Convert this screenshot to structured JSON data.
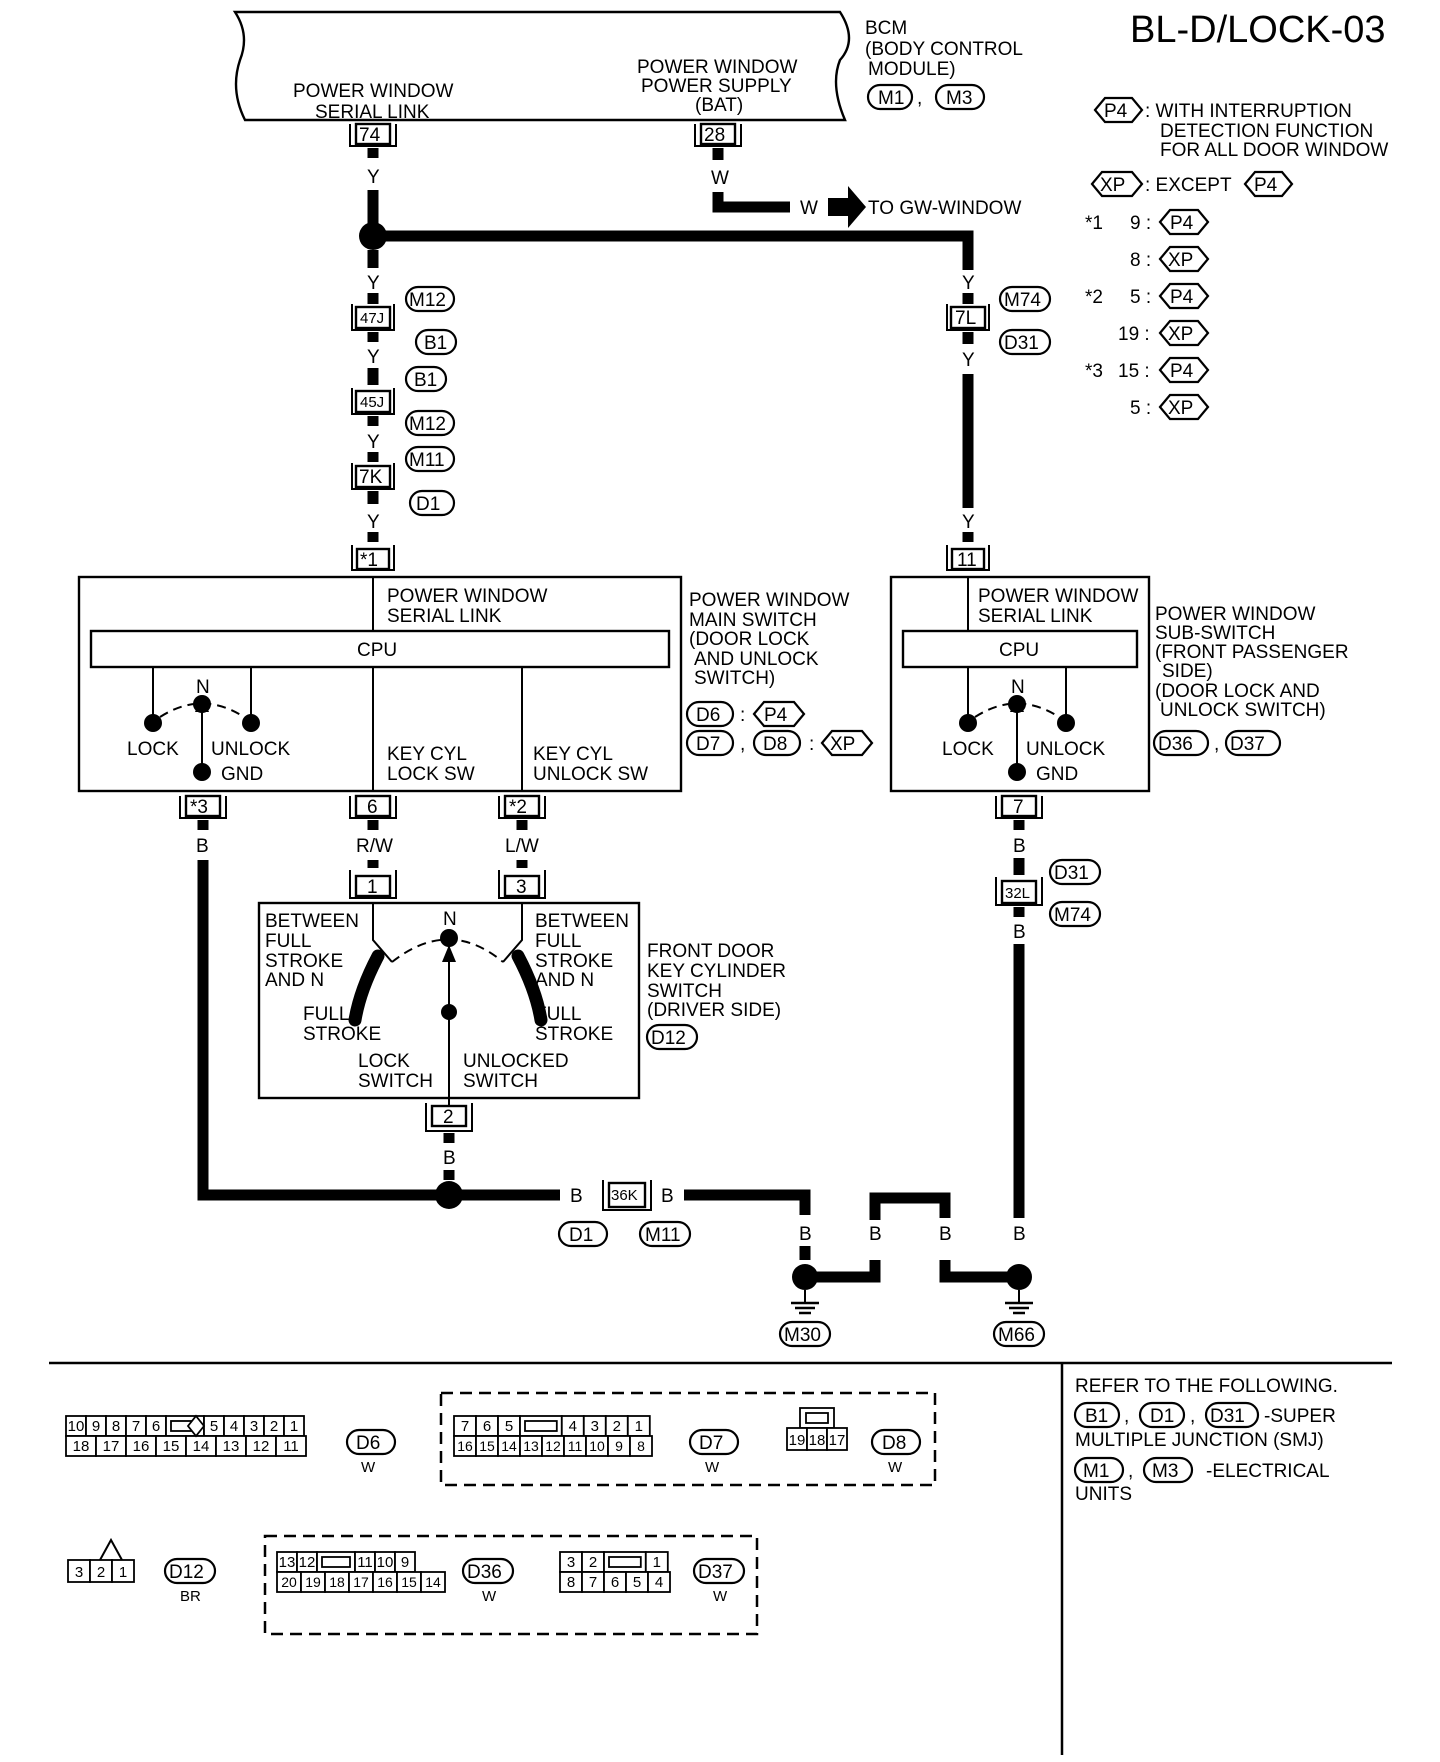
{
  "title": "BL-D/LOCK-03",
  "bcm": {
    "label": [
      "BCM",
      "(BODY CONTROL",
      "MODULE)"
    ],
    "connectors": [
      "M1",
      "M3"
    ],
    "sep": ",",
    "pin_serial": "74",
    "pin_power": "28",
    "serial_label": [
      "POWER WINDOW",
      "SERIAL LINK"
    ],
    "power_label": [
      "POWER WINDOW",
      "POWER SUPPLY",
      "(BAT)"
    ]
  },
  "legend": {
    "p4": "P4",
    "xp": "XP",
    "p4_desc": [
      ": WITH INTERRUPTION",
      "DETECTION FUNCTION",
      "FOR ALL DOOR WINDOW"
    ],
    "xp_desc": ": EXCEPT",
    "notes": [
      {
        "star": "*1",
        "pin": "9 :",
        "tag": "P4"
      },
      {
        "star": "",
        "pin": "8 :",
        "tag": "XP"
      },
      {
        "star": "*2",
        "pin": "5 :",
        "tag": "P4"
      },
      {
        "star": "",
        "pin": "19 :",
        "tag": "XP"
      },
      {
        "star": "*3",
        "pin": "15 :",
        "tag": "P4"
      },
      {
        "star": "",
        "pin": "5 :",
        "tag": "XP"
      }
    ]
  },
  "to_gw_window": "TO GW-WINDOW",
  "wire_colors": {
    "y": "Y",
    "w": "W",
    "b": "B",
    "rw": "R/W",
    "lw": "L/W"
  },
  "left_chain": {
    "c1": "47J",
    "c1_top": "M12",
    "c1_bot": "B1",
    "c2": "45J",
    "c2_top": "B1",
    "c2_bot": "M12",
    "c3": "7K",
    "c3_top": "M11",
    "c3_bot": "D1"
  },
  "right_chain": {
    "c1": "7L",
    "c1_top": "M74",
    "c1_bot": "D31"
  },
  "main_switch": {
    "in_pin": "*1",
    "serial_label": [
      "POWER WINDOW",
      "SERIAL LINK"
    ],
    "cpu": "CPU",
    "n": "N",
    "lock": "LOCK",
    "unlock": "UNLOCK",
    "gnd": "GND",
    "key_lock": [
      "KEY CYL",
      "LOCK SW"
    ],
    "key_unlock": [
      "KEY CYL",
      "UNLOCK SW"
    ],
    "name": [
      "POWER WINDOW",
      "MAIN SWITCH",
      "(DOOR LOCK",
      "AND UNLOCK",
      "SWITCH)"
    ],
    "conn_row1": [
      "D6",
      ":",
      "P4"
    ],
    "conn_row2": [
      "D7",
      ",",
      "D8",
      ":",
      "XP"
    ],
    "pin_gnd": "*3",
    "pin_lock": "6",
    "pin_unlock": "*2"
  },
  "sub_switch": {
    "in_pin": "11",
    "serial_label": [
      "POWER WINDOW",
      "SERIAL LINK"
    ],
    "cpu": "CPU",
    "n": "N",
    "lock": "LOCK",
    "unlock": "UNLOCK",
    "gnd": "GND",
    "name": [
      "POWER WINDOW",
      "SUB-SWITCH",
      "(FRONT PASSENGER",
      "SIDE)",
      "(DOOR LOCK AND",
      "UNLOCK SWITCH)"
    ],
    "conns": [
      "D36",
      ",",
      "D37"
    ],
    "pin_gnd": "7"
  },
  "right_ground_chain": {
    "conn": "32L",
    "top": "D31",
    "bot": "M74"
  },
  "key_cylinder": {
    "pin_left": "1",
    "pin_right": "3",
    "pin_bottom": "2",
    "n": "N",
    "between_left": [
      "BETWEEN",
      "FULL",
      "STROKE",
      "AND N"
    ],
    "between_right": [
      "BETWEEN",
      "FULL",
      "STROKE",
      "AND N"
    ],
    "full_left": [
      "FULL",
      "STROKE"
    ],
    "full_right": [
      "FULL",
      "STROKE"
    ],
    "lock_switch": [
      "LOCK",
      "SWITCH"
    ],
    "unlock_switch": [
      "UNLOCKED",
      "SWITCH"
    ],
    "name": [
      "FRONT DOOR",
      "KEY CYLINDER",
      "SWITCH",
      "(DRIVER SIDE)"
    ],
    "conn": "D12"
  },
  "ground_joint": {
    "conn": "36K",
    "left": "D1",
    "right": "M11"
  },
  "grounds": [
    "M30",
    "M66"
  ],
  "bottom": {
    "d6": {
      "row1": [
        "10",
        "9",
        "8",
        "7",
        "6",
        "",
        "5",
        "4",
        "3",
        "2",
        "1"
      ],
      "row2": [
        "18",
        "17",
        "16",
        "15",
        "14",
        "13",
        "12",
        "11"
      ],
      "name": "D6",
      "color": "W"
    },
    "d7": {
      "row1": [
        "7",
        "6",
        "5",
        "",
        "4",
        "3",
        "2",
        "1"
      ],
      "row2": [
        "16",
        "15",
        "14",
        "13",
        "12",
        "11",
        "10",
        "9",
        "8"
      ],
      "name": "D7",
      "color": "W"
    },
    "d8": {
      "row": [
        "19",
        "18",
        "17"
      ],
      "name": "D8",
      "color": "W"
    },
    "d12": {
      "row": [
        "3",
        "2",
        "1"
      ],
      "name": "D12",
      "color": "BR"
    },
    "d36": {
      "row1": [
        "13",
        "12",
        "",
        "11",
        "10",
        "9"
      ],
      "row2": [
        "20",
        "19",
        "18",
        "17",
        "16",
        "15",
        "14"
      ],
      "name": "D36",
      "color": "W"
    },
    "d37": {
      "row1": [
        "3",
        "2",
        "",
        "1"
      ],
      "row2": [
        "8",
        "7",
        "6",
        "5",
        "4"
      ],
      "name": "D37",
      "color": "W"
    },
    "refer": "REFER TO THE FOLLOWING.",
    "smj_conns": [
      "B1",
      "D1",
      "D31"
    ],
    "smj_text": [
      "-SUPER",
      "MULTIPLE JUNCTION (SMJ)"
    ],
    "eu_conns": [
      "M1",
      "M3"
    ],
    "eu_text": [
      "-ELECTRICAL",
      "UNITS"
    ],
    "comma": ","
  }
}
